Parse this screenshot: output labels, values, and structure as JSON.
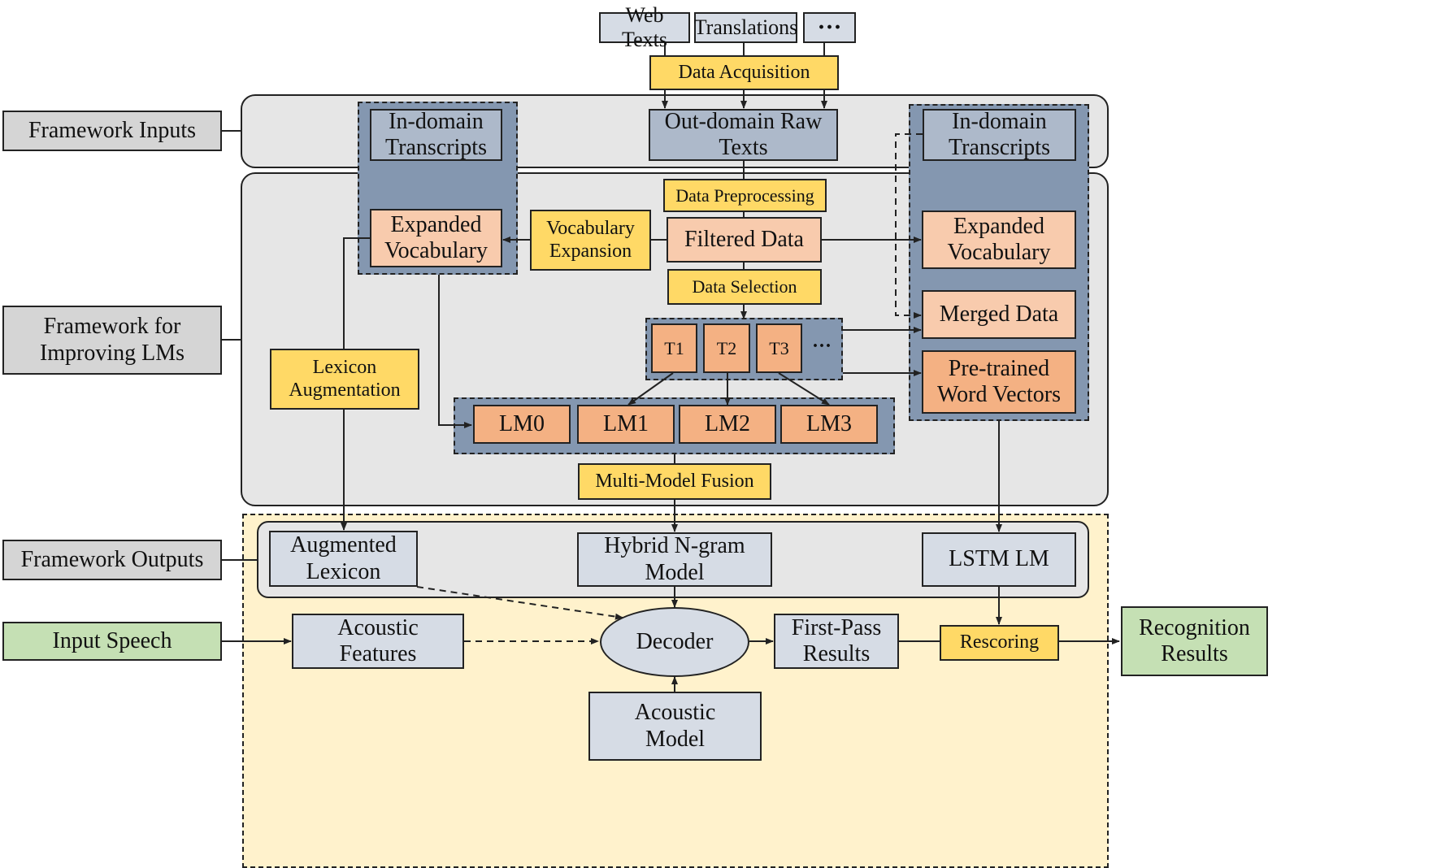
{
  "sources": {
    "web_texts": "Web Texts",
    "translations": "Translations",
    "ellipsis": "···"
  },
  "data_acquisition": "Data Acquisition",
  "side_labels": {
    "inputs": "Framework Inputs",
    "improving": "Framework for\nImproving LMs",
    "outputs": "Framework Outputs",
    "input_speech": "Input Speech",
    "recognition": "Recognition\nResults"
  },
  "left_column": {
    "in_domain": "In-domain\nTranscripts",
    "expanded_vocab": "Expanded\nVocabulary",
    "lexicon_aug": "Lexicon\nAugmentation"
  },
  "center_column": {
    "out_domain": "Out-domain Raw\nTexts",
    "preprocessing": "Data Preprocessing",
    "filtered": "Filtered Data",
    "vocab_expansion": "Vocabulary\nExpansion",
    "selection": "Data Selection",
    "subsets": [
      "T1",
      "T2",
      "T3",
      "···"
    ],
    "lms": [
      "LM0",
      "LM1",
      "LM2",
      "LM3"
    ],
    "fusion": "Multi-Model Fusion"
  },
  "right_column": {
    "in_domain": "In-domain\nTranscripts",
    "expanded_vocab": "Expanded\nVocabulary",
    "merged": "Merged Data",
    "word_vectors": "Pre-trained\nWord Vectors"
  },
  "outputs": {
    "augmented_lexicon": "Augmented\nLexicon",
    "hybrid_ngram": "Hybrid N-gram\nModel",
    "lstm_lm": "LSTM LM"
  },
  "decoding": {
    "acoustic_features": "Acoustic\nFeatures",
    "decoder": "Decoder",
    "first_pass": "First-Pass\nResults",
    "rescoring": "Rescoring",
    "acoustic_model": "Acoustic\nModel"
  },
  "colors": {
    "panel_grey": "#e6e6e6",
    "dark_slate": "#8497b0",
    "slate": "#adb9ca",
    "pale": "#d6dce5",
    "yellow": "#ffd966",
    "peach": "#f8cbad",
    "orange": "#f4b183",
    "green": "#c5e0b4",
    "cream": "#fff2cc"
  }
}
